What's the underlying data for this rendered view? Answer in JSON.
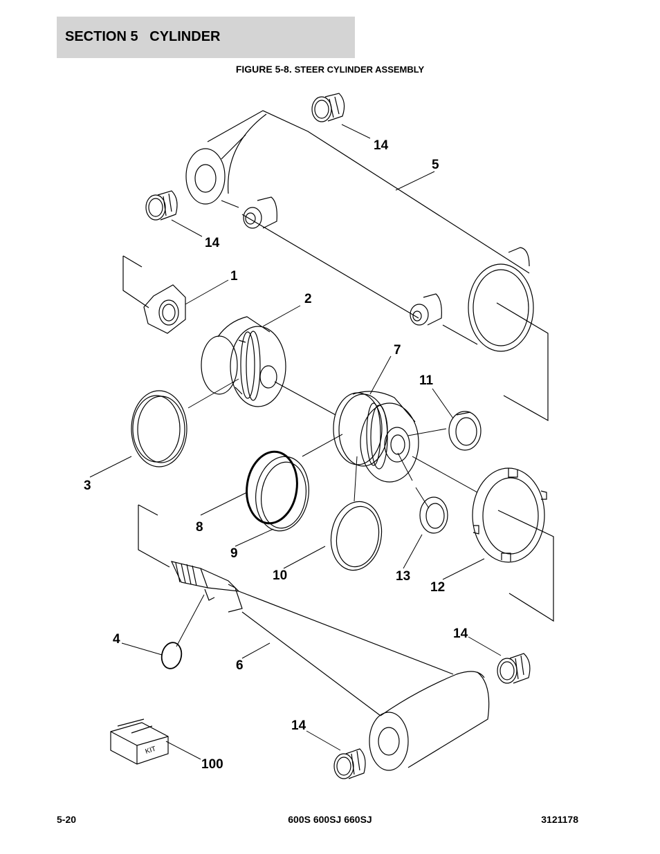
{
  "header": {
    "section_title": "SECTION 5   CYLINDER"
  },
  "figure": {
    "caption_number": "FIGURE 5-8.",
    "caption_title": "STEER CYLINDER ASSEMBLY"
  },
  "callouts": {
    "c1": "1",
    "c2": "2",
    "c3": "3",
    "c4": "4",
    "c5": "5",
    "c6": "6",
    "c7": "7",
    "c8": "8",
    "c9": "9",
    "c10": "10",
    "c11": "11",
    "c12": "12",
    "c13": "13",
    "c14": "14",
    "c100": "100"
  },
  "kit_label": "KIT",
  "footer": {
    "page_number": "5-20",
    "models": "600S 600SJ 660SJ",
    "doc_number": "3121178"
  }
}
